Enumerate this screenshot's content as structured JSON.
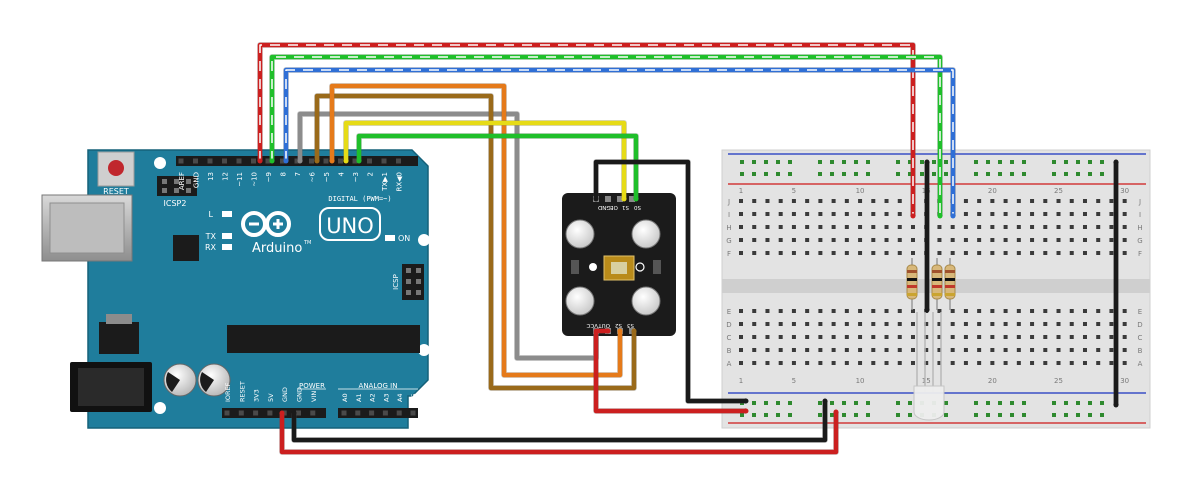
{
  "arduino": {
    "reset_label": "RESET",
    "icsp2_label": "ICSP2",
    "icsp_label": "ICSP",
    "brand_label": "Arduino",
    "tm_label": "TM",
    "model_label": "UNO",
    "digital_label": "DIGITAL (PWM=~)",
    "on_label": "ON",
    "l_label": "L",
    "tx_label": "TX",
    "rx_label": "RX",
    "power_label": "POWER",
    "analog_label": "ANALOG IN",
    "digital_pins": [
      "AREF",
      "GND",
      "13",
      "12",
      "~11",
      "~10",
      "~9",
      "8",
      "7",
      "~6",
      "~5",
      "4",
      "~3",
      "2",
      "TX▶1",
      "RX◀0"
    ],
    "power_pins": [
      "IOREF",
      "RESET",
      "3V3",
      "5V",
      "GND",
      "GND",
      "VIN"
    ],
    "analog_pins": [
      "A0",
      "A1",
      "A2",
      "A3",
      "A4",
      "A5"
    ]
  },
  "sensor": {
    "top_pins": [
      "GND",
      "OE",
      "S1",
      "S0"
    ],
    "bottom_pins": [
      "VCC",
      "OUT",
      "S2",
      "S3"
    ]
  },
  "breadboard": {
    "column_numbers": [
      "1",
      "5",
      "10",
      "15",
      "20",
      "25",
      "30"
    ],
    "row_letters_top": [
      "J",
      "I",
      "H",
      "G",
      "F"
    ],
    "row_letters_bottom": [
      "E",
      "D",
      "C",
      "B",
      "A"
    ]
  },
  "colors": {
    "board": "#1f7d9c",
    "board_dark": "#156179",
    "wire_red": "#cc1f1f",
    "wire_green": "#1fbf2a",
    "wire_blue": "#2f6fd6",
    "wire_gray": "#8c8c8c",
    "wire_brown": "#9a6a1a",
    "wire_orange": "#e57a1a",
    "wire_yellow": "#e6db16",
    "wire_black": "#1a1a1a"
  }
}
